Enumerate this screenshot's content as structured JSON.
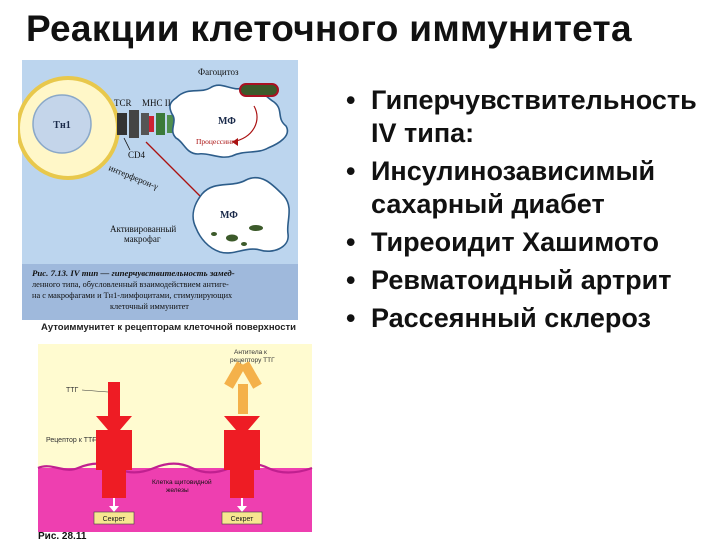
{
  "slide": {
    "title": "Реакции клеточного иммунитета",
    "bullets": [
      "Гиперчувствительность IV типа:",
      "Инсулинозависимый сахарный диабет",
      "Тиреоидит Хашимото",
      "Ревматоидный артрит",
      "Рассеянный склероз"
    ]
  },
  "figure1": {
    "phagocytosis": "Фагоцитоз",
    "th1": "Тн1",
    "tcr": "TCR",
    "mhc": "МНС II",
    "cd4": "CD4",
    "mf_top": "МФ",
    "processing": "Процессинг",
    "interferon": "интерферон-γ",
    "mf_bottom": "МФ",
    "activated_1": "Активированный",
    "activated_2": "макрофаг",
    "caption_1": "Рис. 7.13. IV тип — гиперчувствительность замед-",
    "caption_2": "ленного типа, обусловленный взаимодействием антиге-",
    "caption_3": "на с макрофагами и Тн1-лимфоцитами, стимулирующих",
    "caption_4": "клеточный иммунитет"
  },
  "figure2": {
    "heading": "Аутоиммунитет к рецепторам клеточной поверхности",
    "ttg": "ТТГ",
    "receptor": "Рецептор к ТТГ",
    "antibody_1": "Антитела к",
    "antibody_2": "рецептору ТТГ",
    "cell_1": "Клетка щитовидной",
    "cell_2": "железы",
    "secretion_left": "Секрет",
    "secretion_right": "Секрет",
    "caption": "Рис. 28.11"
  },
  "colors": {
    "fig1_bg": "#bcd5ee",
    "caption_bg": "#9fb9dc",
    "fig2_yellow": "#fffbd0",
    "receptor_red": "#ee1c24",
    "cell_magenta": "#ee3fb0",
    "antibody_orange": "#f4b14a"
  }
}
